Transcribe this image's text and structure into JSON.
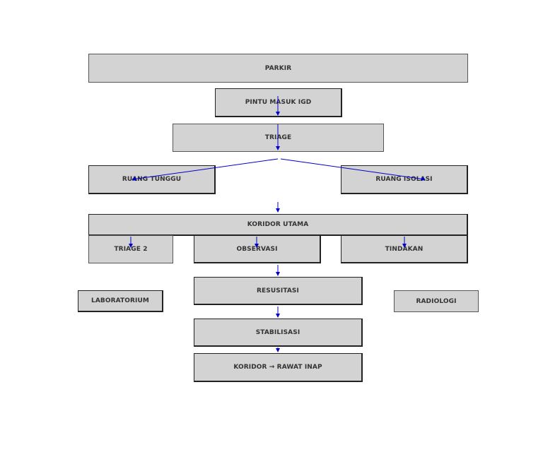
{
  "colors": {
    "box_fill": "#d3d3d3",
    "box_text": "#333333",
    "arrow": "#0000cc"
  },
  "diagram": {
    "parkir": "PARKIR",
    "pintu_masuk_igd": "PINTU MASUK IGD",
    "triage": "TRIAGE",
    "ruang_tunggu": "RUANG TUNGGU",
    "ruang_isolasi": "RUANG ISOLASI",
    "koridor_utama": "KORIDOR UTAMA",
    "triage_2": "TRIAGE 2",
    "observasi": "OBSERVASI",
    "tindakan": "TINDAKAN",
    "laboratorium": "LABORATORIUM",
    "resusitasi": "RESUSITASI",
    "radiologi": "RADIOLOGI",
    "stabilisasi": "STABILISASI",
    "koridor_rawat_inap": "KORIDOR → RAWAT INAP"
  }
}
